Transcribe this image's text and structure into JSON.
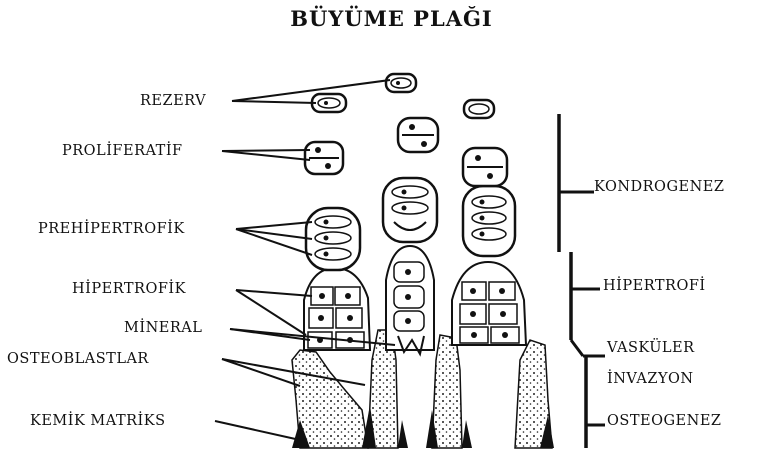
{
  "title": "BÜYÜME PLAĞI",
  "left_labels": {
    "rezerv": "REZERV",
    "proliferatif": "PROLİFERATİF",
    "prehipertrofik": "PREHİPERTROFİK",
    "hipertrofik": "HİPERTROFİK",
    "mineral": "MİNERAL",
    "osteoblastlar": "OSTEOBLASTLAR",
    "kemik_matriks": "KEMİK MATRİKS"
  },
  "right_labels": {
    "kondrogenez": "KONDROGENEZ",
    "hipertrofi": "HİPERTROFİ",
    "vaskuler": "VASKÜLER",
    "invazyon": "İNVAZYON",
    "osteogenez": "OSTEOGENEZ"
  }
}
